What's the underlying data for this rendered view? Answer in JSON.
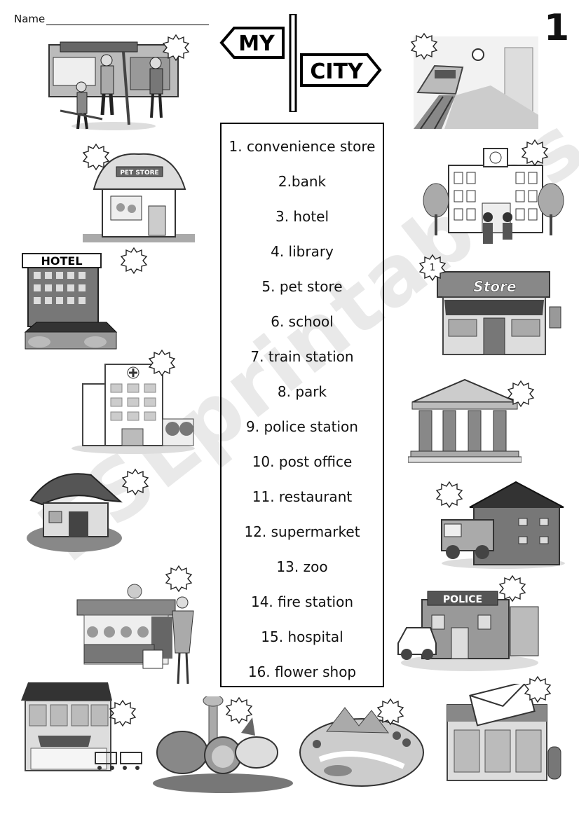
{
  "header": {
    "name_label": "Name",
    "page_number": "1"
  },
  "sign": {
    "top_word": "MY",
    "bottom_word": "CITY"
  },
  "vocabulary": [
    "1. convenience store",
    "2.bank",
    "3. hotel",
    "4. library",
    "5. pet store",
    "6. school",
    "7. train station",
    "8. park",
    "9. police station",
    "10. post office",
    "11. restaurant",
    "12. supermarket",
    "13. zoo",
    "14. fire station",
    "15. hospital",
    "16. flower shop"
  ],
  "picture_signs": {
    "pet_store": "PET STORE",
    "hotel": "HOTEL",
    "store": "Store",
    "police": "POLICE"
  },
  "answers": {
    "convenience_store": "1"
  },
  "watermark": "ESLprintables.com"
}
